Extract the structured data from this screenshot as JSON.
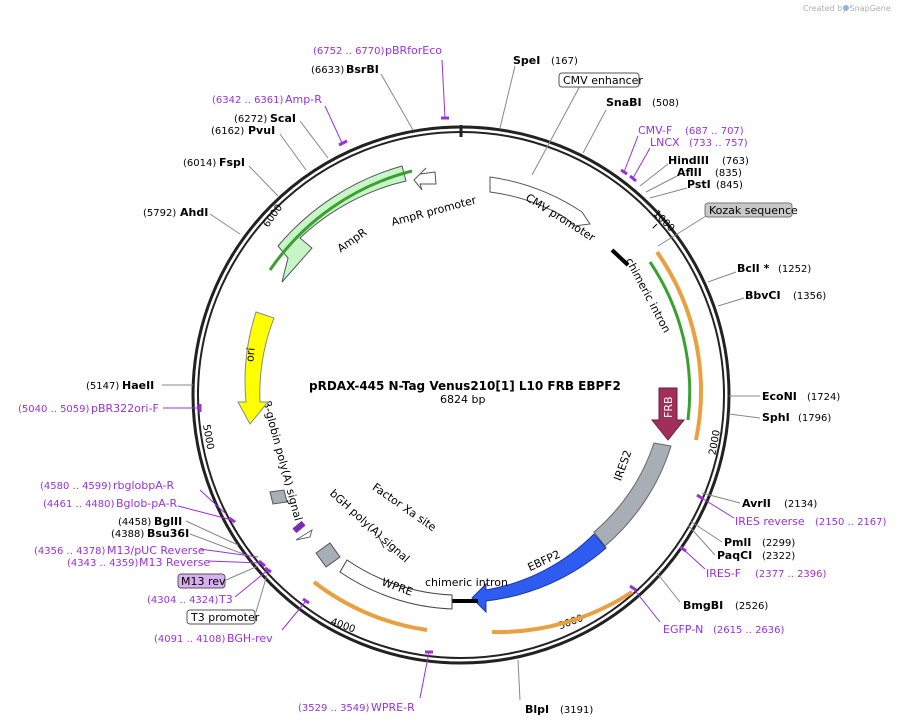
{
  "brand": "Created by SnapGene",
  "title": "pRDAX-445    N-Tag Venus210[1] L10 FRB EBPF2",
  "size": "6824 bp",
  "sites_right": [
    {
      "name": "SpeI",
      "pos": "(167)"
    },
    {
      "name": "SnaBI",
      "pos": "(508)"
    },
    {
      "name": "HindIII",
      "pos": "(763)"
    },
    {
      "name": "AflII",
      "pos": "(835)"
    },
    {
      "name": "PstI",
      "pos": "(845)"
    },
    {
      "name": "BclI *",
      "pos": "(1252)"
    },
    {
      "name": "BbvCI",
      "pos": "(1356)"
    },
    {
      "name": "EcoNI",
      "pos": "(1724)"
    },
    {
      "name": "SphI",
      "pos": "(1796)"
    },
    {
      "name": "AvrII",
      "pos": "(2134)"
    },
    {
      "name": "PmlI",
      "pos": "(2299)"
    },
    {
      "name": "PaqCI",
      "pos": "(2322)"
    },
    {
      "name": "BmgBI",
      "pos": "(2526)"
    },
    {
      "name": "BlpI",
      "pos": "(3191)"
    }
  ],
  "sites_left": [
    {
      "name": "BsrBI",
      "pos": "(6633)"
    },
    {
      "name": "ScaI",
      "pos": "(6272)"
    },
    {
      "name": "PvuI",
      "pos": "(6162)"
    },
    {
      "name": "FspI",
      "pos": "(6014)"
    },
    {
      "name": "AhdI",
      "pos": "(5792)"
    },
    {
      "name": "HaeII",
      "pos": "(5147)"
    },
    {
      "name": "BglII",
      "pos": "(4458)"
    },
    {
      "name": "Bsu36I",
      "pos": "(4388)"
    }
  ],
  "primers": [
    {
      "name": "pBRforEco",
      "pos": "(6752 .. 6770)"
    },
    {
      "name": "Amp-R",
      "pos": "(6342 .. 6361)"
    },
    {
      "name": "CMV-F",
      "pos": "(687 .. 707)"
    },
    {
      "name": "LNCX",
      "pos": "(733 .. 757)"
    },
    {
      "name": "IRES reverse",
      "pos": "(2150 .. 2167)"
    },
    {
      "name": "IRES-F",
      "pos": "(2377 .. 2396)"
    },
    {
      "name": "EGFP-N",
      "pos": "(2615 .. 2636)"
    },
    {
      "name": "WPRE-R",
      "pos": "(3529 .. 3549)"
    },
    {
      "name": "BGH-rev",
      "pos": "(4091 .. 4108)"
    },
    {
      "name": "T3",
      "pos": "(4304 .. 4324)"
    },
    {
      "name": "M13 Reverse",
      "pos": "(4343 .. 4359)"
    },
    {
      "name": "M13/pUC Reverse",
      "pos": "(4356 .. 4378)"
    },
    {
      "name": "Bglob-pA-R",
      "pos": "(4461 .. 4480)"
    },
    {
      "name": "rbglobpA-R",
      "pos": "(4580 .. 4599)"
    },
    {
      "name": "pBR322ori-F",
      "pos": "(5040 .. 5059)"
    }
  ],
  "boxed": {
    "cmv_enhancer": "CMV enhancer",
    "kozak": "Kozak sequence",
    "m13rev": "M13 rev",
    "t3promoter": "T3 promoter"
  },
  "features": {
    "cmv_promoter": "CMV promoter",
    "chimeric_intron_1": "chimeric intron",
    "frb": "FRB",
    "ires2": "IRES2",
    "ebfp2": "EBFP2",
    "chimeric_intron_2": "chimeric intron",
    "wpre": "WPRE",
    "factor_xa": "Factor Xa site",
    "bgh": "bGH poly(A) signal",
    "bglobin": "β-globin poly(A) signal",
    "ori": "ori",
    "ampr": "AmpR",
    "ampr_promoter": "AmpR promoter"
  },
  "ticks": [
    "1000",
    "2000",
    "3000",
    "4000",
    "5000",
    "6000"
  ],
  "colors": {
    "primer": "#9b30d9",
    "ampr": "#c8f5c8",
    "ori": "#ffff00",
    "frb": "#a0305a",
    "ires2": "#a8aeb6",
    "ebfp2": "#2e5cf0",
    "orf_orange": "#e8a040",
    "orf_green": "#3aa030"
  }
}
